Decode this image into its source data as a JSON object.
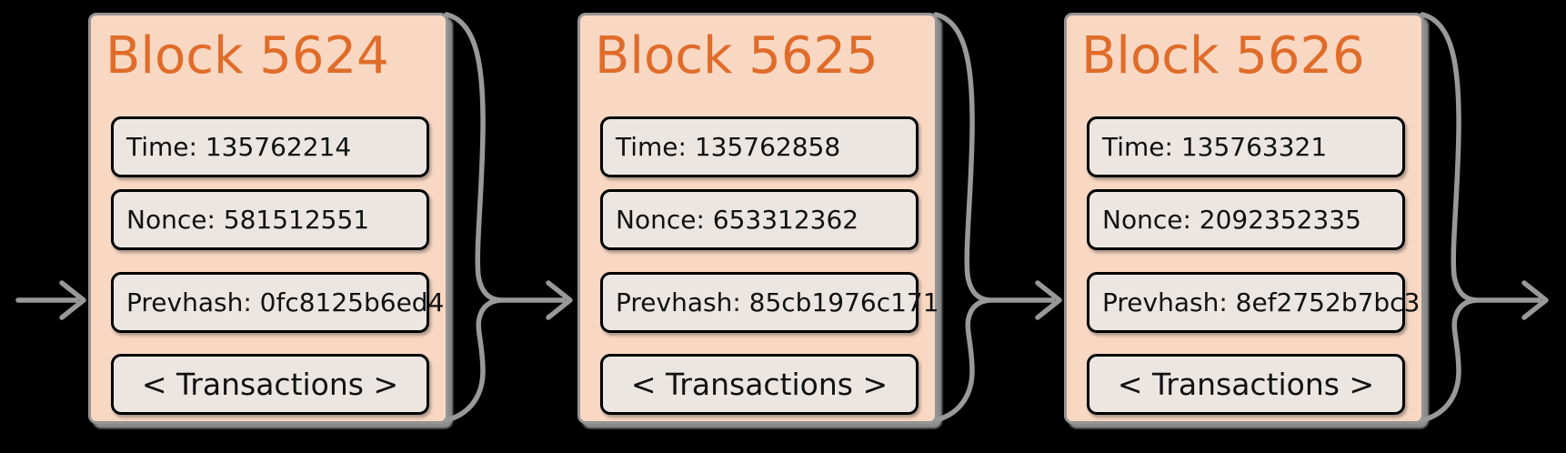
{
  "diagram": {
    "kind": "blockchain-chain-diagram",
    "colors": {
      "background": "#000000",
      "block_fill": "#f9d8c3",
      "block_border": "#949494",
      "title_text": "#e06c2a",
      "field_fill": "#ece6e2",
      "field_border": "#000000",
      "field_text": "#111111",
      "connector": "#999999"
    },
    "blocks": [
      {
        "title": "Block 5624",
        "fields": [
          {
            "name": "time",
            "text": "Time: 135762214"
          },
          {
            "name": "nonce",
            "text": "Nonce: 581512551"
          },
          {
            "name": "prevhash",
            "text": "Prevhash: 0fc8125b6ed4"
          }
        ],
        "transactions_label": "< Transactions >"
      },
      {
        "title": "Block 5625",
        "fields": [
          {
            "name": "time",
            "text": "Time: 135762858"
          },
          {
            "name": "nonce",
            "text": "Nonce: 653312362"
          },
          {
            "name": "prevhash",
            "text": "Prevhash: 85cb1976c171"
          }
        ],
        "transactions_label": "< Transactions >"
      },
      {
        "title": "Block 5626",
        "fields": [
          {
            "name": "time",
            "text": "Time: 135763321"
          },
          {
            "name": "nonce",
            "text": "Nonce: 2092352335"
          },
          {
            "name": "prevhash",
            "text": "Prevhash: 8ef2752b7bc3"
          }
        ],
        "transactions_label": "< Transactions >"
      }
    ],
    "connectors": [
      {
        "name": "incoming-arrow",
        "meaning": "arrow into Block 5624 prevhash row"
      },
      {
        "name": "hash-link-5624-to-5625",
        "meaning": "brace of Block 5624 feeding arrow into Block 5625 prevhash row"
      },
      {
        "name": "hash-link-5625-to-5626",
        "meaning": "brace of Block 5625 feeding arrow into Block 5626 prevhash row"
      },
      {
        "name": "outgoing-arrow",
        "meaning": "brace of Block 5626 feeding arrow toward next block off-screen"
      }
    ]
  }
}
